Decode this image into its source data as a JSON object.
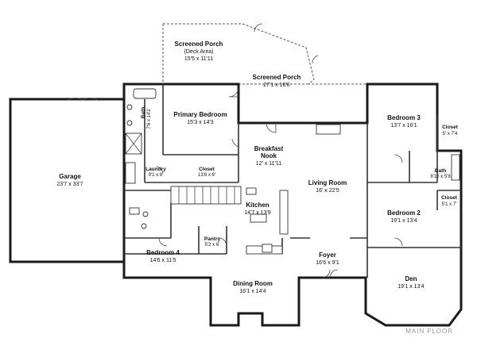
{
  "floor_label": "MAIN FLOOR",
  "rooms": {
    "screened_porch_deck": {
      "name": "Screened Porch",
      "sub": "(Deck Area)",
      "dim": "15'5 x 11'11"
    },
    "screened_porch": {
      "name": "Screened Porch",
      "dim": "27'1 x 18'6"
    },
    "primary_bedroom": {
      "name": "Primary Bedroom",
      "dim": "15'3 x 14'3"
    },
    "bath_primary": {
      "name": "Bath",
      "dim": "7'6 x 14'2"
    },
    "bedroom3": {
      "name": "Bedroom 3",
      "dim": "13'7 x 16'1"
    },
    "closet_b3": {
      "name": "Closet",
      "dim": "5' x 7'4"
    },
    "breakfast_nook": {
      "name": "Breakfast",
      "name2": "Nook",
      "dim": "12' x 11'11"
    },
    "garage": {
      "name": "Garage",
      "dim": "23'7 x 33'7"
    },
    "laundry": {
      "name": "Laundry",
      "dim": "9'1 x 6'"
    },
    "closet_main": {
      "name": "Closet",
      "dim": "13'8 x 6'"
    },
    "living_room": {
      "name": "Living Room",
      "dim": "16' x 22'5"
    },
    "bath2": {
      "name": "Bath",
      "dim": "8'10 x 5'8"
    },
    "closet_b2": {
      "name": "Closet",
      "dim": "5'1 x 7'"
    },
    "kitchen": {
      "name": "Kitchen",
      "dim": "14'7 x 13'9"
    },
    "bedroom2": {
      "name": "Bedroom 2",
      "dim": "19'1 x 13'4"
    },
    "pantry": {
      "name": "Pantry",
      "dim": "5'2 x 6'"
    },
    "bedroom4": {
      "name": "Bedroom 4",
      "dim": "14'6 x 11'5"
    },
    "foyer": {
      "name": "Foyer",
      "dim": "16'6 x 9'1"
    },
    "den": {
      "name": "Den",
      "dim": "19'1 x 13'4"
    },
    "dining_room": {
      "name": "Dining Room",
      "dim": "16'1 x 14'4"
    }
  }
}
